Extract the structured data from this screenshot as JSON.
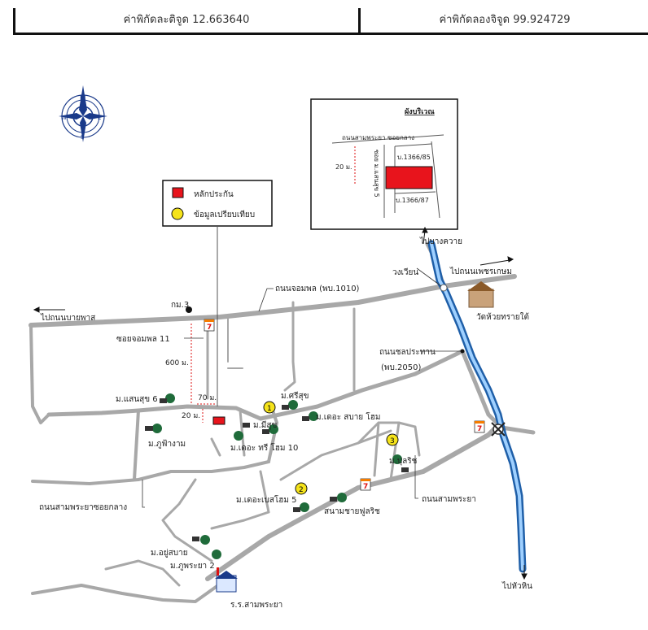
{
  "header": {
    "latitude": "ค่าพิกัดละติจูด 12.663640",
    "longitude": "ค่าพิกัดลองจิจูด 99.924729"
  },
  "compass": {
    "n": "N",
    "s": "S",
    "e": "E",
    "w": "W"
  },
  "legend": {
    "collateral": "หลักประกัน",
    "comparison": "ข้อมูลเปรียบเทียบ",
    "collateral_color": "#e8141c",
    "comparison_color": "#f5e31a"
  },
  "inset": {
    "title": "ผังบริเวณ",
    "road_top": "ถนนสามพระยา ซอยกลาง",
    "soi": "ซอย ม.แสนสุข 5",
    "distance": "20 ม.",
    "lot_top": "บ.1366/85",
    "lot_bottom": "บ.1366/87"
  },
  "labels": {
    "to_nong_khwai": "ไปบางควาย",
    "roundabout": "วงเวียน",
    "to_phetkasem": "ไปถนนเพชรเกษม",
    "temple": "วัดห้วยทรายใต้",
    "chomphon_road": "ถนนจอมพล (พบ.1010)",
    "km3": "กม.3",
    "to_cha_am": "ไปถนนบายพาส",
    "soi_chomphon": "ซอยจอมพล 11",
    "dist_600": "600 ม.",
    "dist_70": "70 ม.",
    "dist_20": "20 ม.",
    "chonprathan_road": "ถนนชลประทาน",
    "chonprathan_code": "(พบ.2050)",
    "saensuk6": "ม.แสนสุข 6",
    "srisuk": "ม.ศรีสุข",
    "misuk": "ม.มีสุข",
    "the_sabai": "ม.เดอะ สบาย โฮม",
    "phufah": "ม.ภูฟ้างาม",
    "the_home10": "ม.เดอะ ทรี โฮม 10",
    "khamphrasaya_lane": "ถนนสามพระยาซอยกลาง",
    "the_home5": "ม.เดอะเบสโฮม 5",
    "suan": "สนามชายฟูลริช",
    "fullrich": "ม.ปุลริช",
    "khamphrasaya_road": "ถนนสามพระยา",
    "yusabai": "ม.อยู่สบาย",
    "phuphrasaya2": "ม.ภูพระยา 2",
    "to_hua_hin": "ไปหัวหิน",
    "school": "ร.ร.สามพระยา"
  },
  "markers": {
    "c1": "1",
    "c2": "2",
    "c3": "3"
  },
  "colors": {
    "road": "#a8a8a8",
    "river": "#2d7fd6"
  }
}
